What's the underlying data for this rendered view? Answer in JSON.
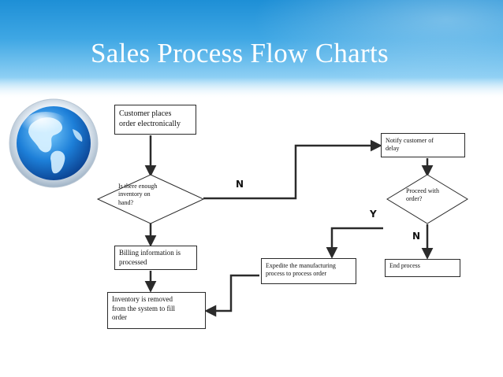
{
  "slide": {
    "title": "Sales Process Flow Charts"
  },
  "nodes": {
    "customer_places_order": {
      "line1": "Customer places",
      "line2": "order electronically"
    },
    "enough_inventory": {
      "line1": "Is there enough",
      "line2": "inventory on",
      "line3": "hand?"
    },
    "billing_information": {
      "line1": "Billing information is",
      "line2": "processed"
    },
    "inventory_removed": {
      "line1": "Inventory is removed",
      "line2": "from the system to fill",
      "line3": "order"
    },
    "notify_customer": {
      "line1": "Notify customer of",
      "line2": "delay"
    },
    "proceed_with_order": {
      "line1": "Proceed with",
      "line2": "order?"
    },
    "expedite_manufacturing": {
      "line1": "Expedite the manufacturing",
      "line2": "process to process order"
    },
    "end_process": {
      "line1": "End process"
    }
  },
  "edge_labels": {
    "inventory_no": "N",
    "proceed_yes": "Y",
    "proceed_no": "N"
  },
  "colors": {
    "header_top": "#1e8fd6",
    "connector": "#2b2b2b"
  }
}
